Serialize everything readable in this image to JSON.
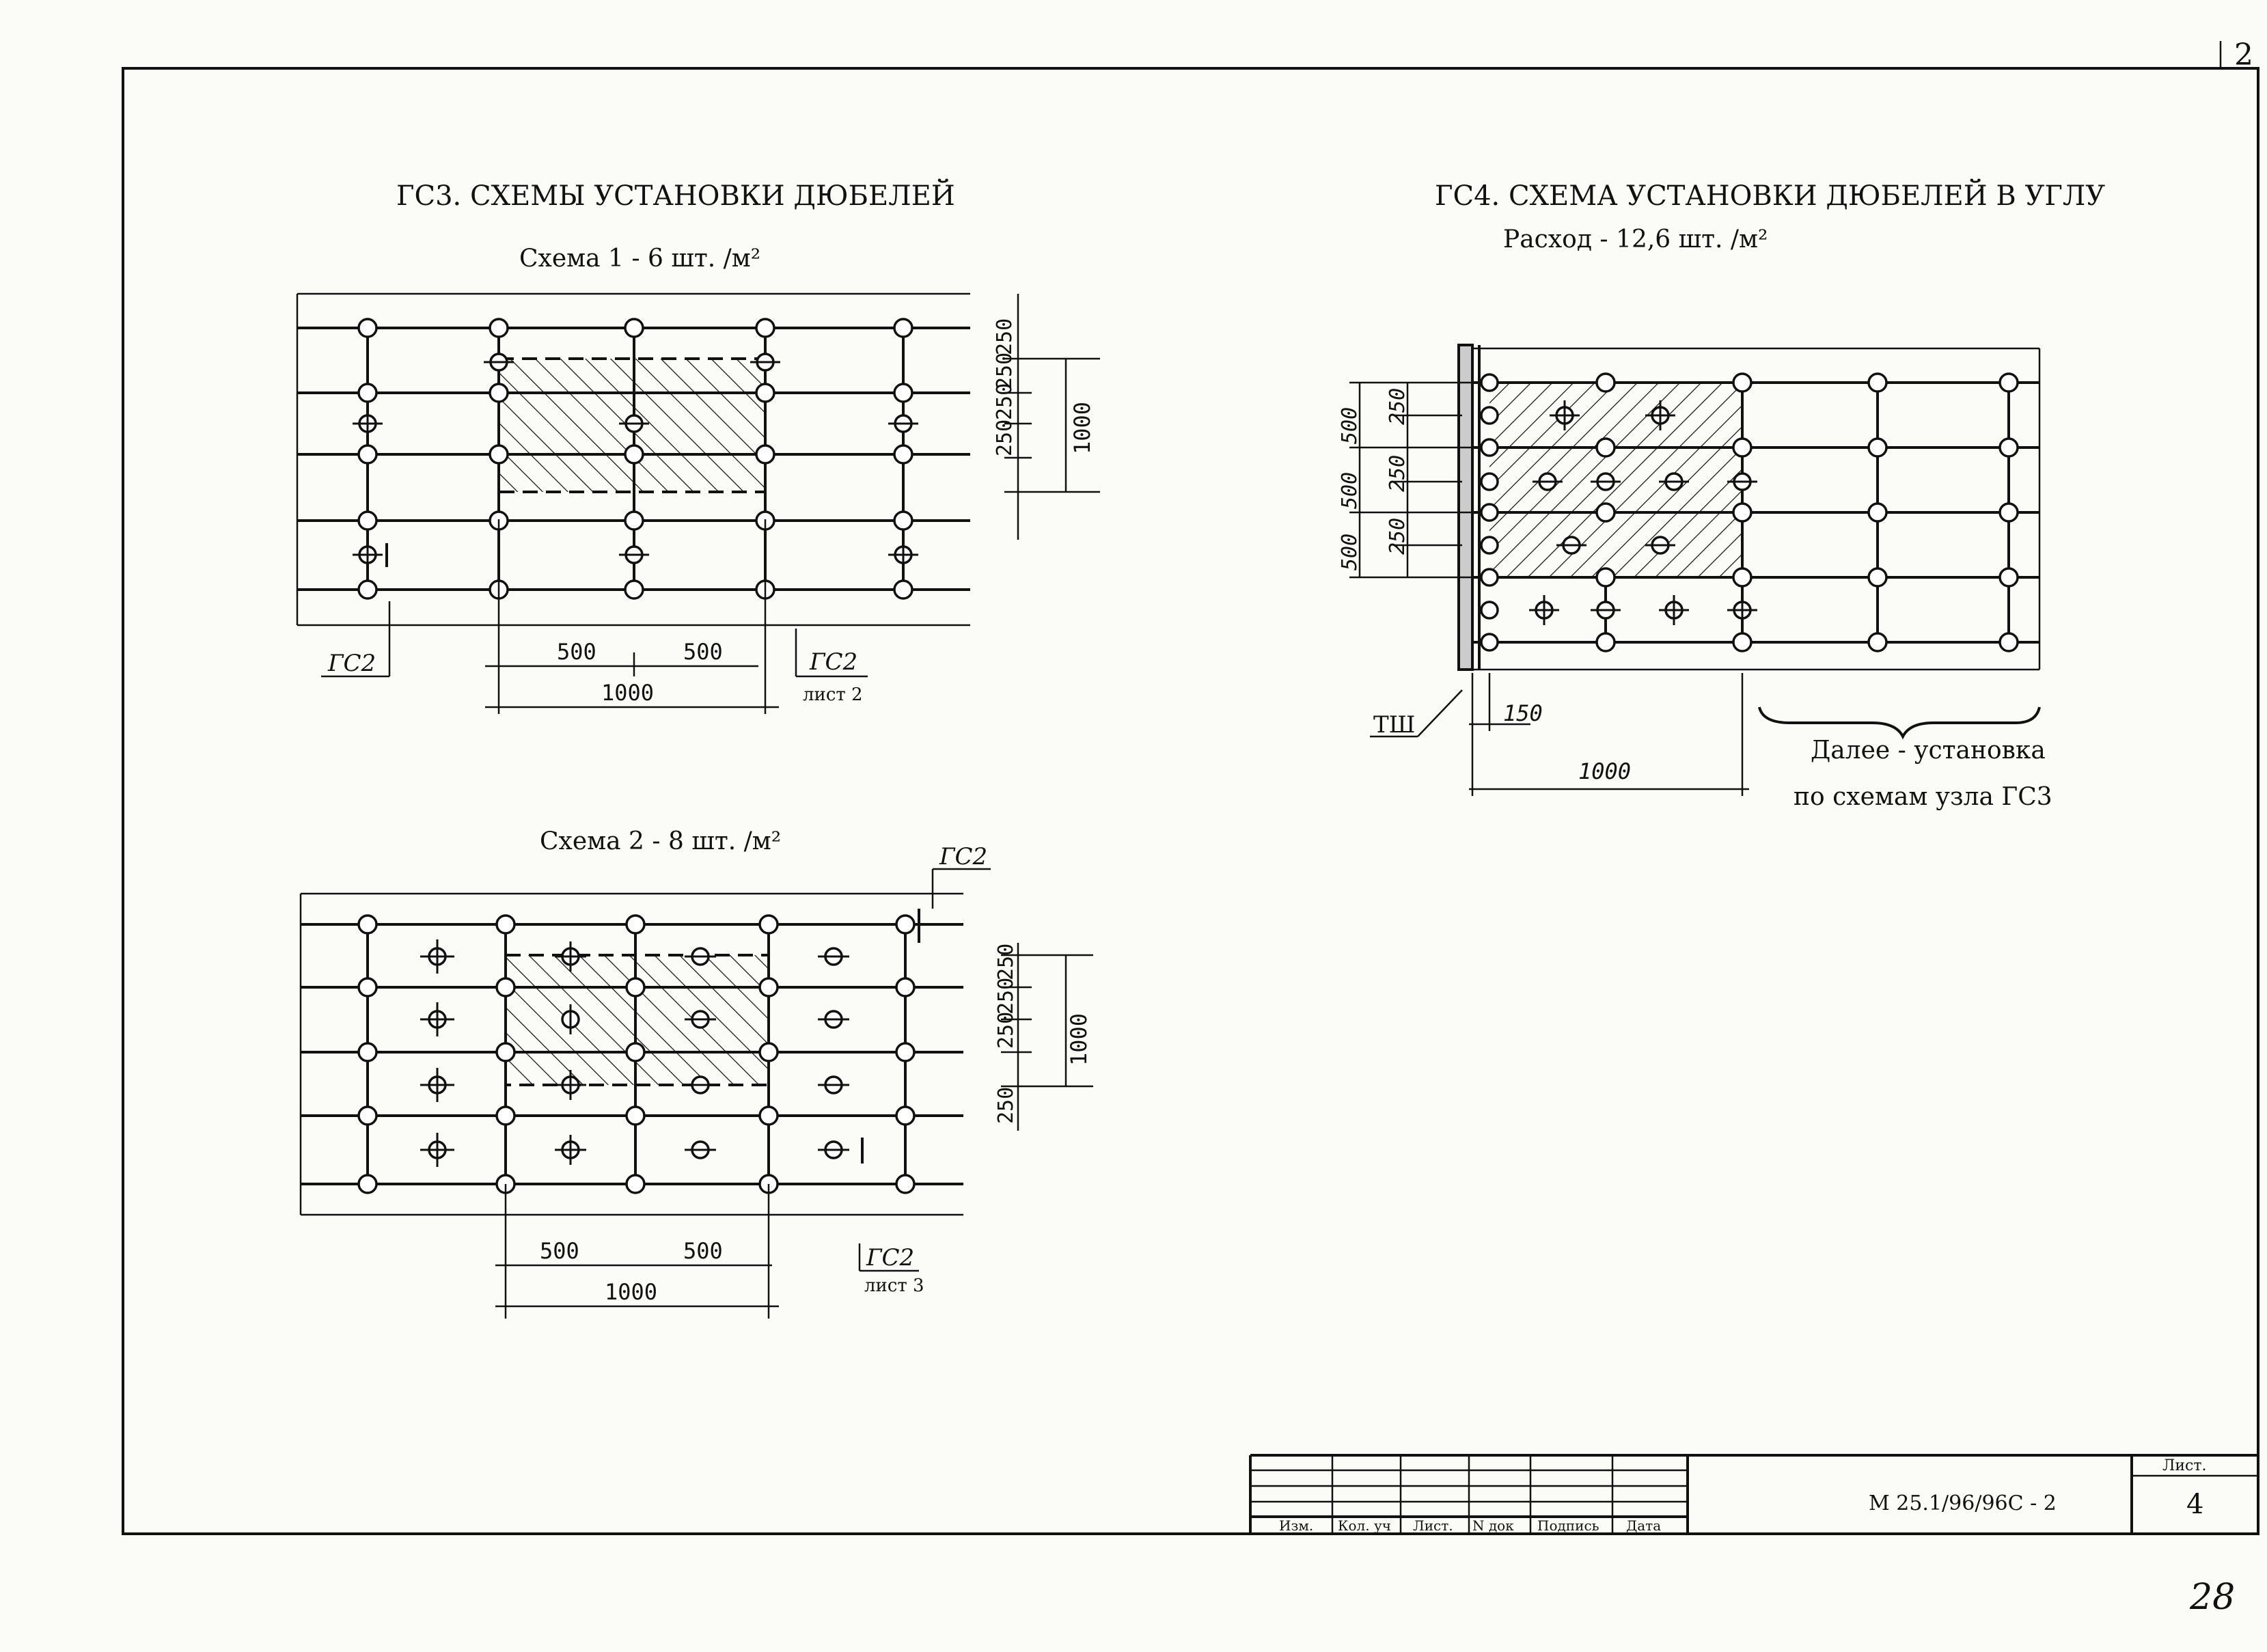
{
  "gs3": {
    "title": "ГС3. СХЕМЫ УСТАНОВКИ ДЮБЕЛЕЙ",
    "scheme1": {
      "title": "Схема 1 - 6 шт. /м²",
      "dim_250_a": "250",
      "dim_250_b": "250",
      "dim_250_c": "250",
      "dim_250_d": "250",
      "dim_1000_v": "1000",
      "dim_500_a": "500",
      "dim_500_b": "500",
      "dim_1000_h": "1000",
      "ref_left": "ГС2",
      "ref_right": "ГС2",
      "ref_right_sheet": "лист 2"
    },
    "scheme2": {
      "title": "Схема 2 - 8 шт. /м²",
      "dim_250_a": "250",
      "dim_250_b": "250",
      "dim_250_c": "250",
      "dim_250_d": "250",
      "dim_1000_v": "1000",
      "dim_500_a": "500",
      "dim_500_b": "500",
      "dim_1000_h": "1000",
      "ref_top": "ГС2",
      "ref_bottom": "ГС2",
      "ref_bottom_sheet": "лист 3"
    }
  },
  "gs4": {
    "title": "ГС4. СХЕМА УСТАНОВКИ ДЮБЕЛЕЙ В УГЛУ",
    "consumption": "Расход - 12,6 шт. /м²",
    "dim_500_a": "500",
    "dim_500_b": "500",
    "dim_500_c": "500",
    "dim_250_a": "250",
    "dim_250_b": "250",
    "dim_250_c": "250",
    "ts_label": "ТШ",
    "dim_150": "150",
    "dim_1000": "1000",
    "note_line1": "Далее - установка",
    "note_line2": "по схемам узла ГС3"
  },
  "title_block": {
    "headers": [
      "Изм.",
      "Кол. уч",
      "Лист.",
      "N док",
      "Подпись",
      "Дата"
    ],
    "doc_code": "М 25.1/96/96С - 2",
    "sheet_label": "Лист.",
    "sheet_number": "4"
  },
  "corner_mark": "2",
  "handwritten_page": "28"
}
